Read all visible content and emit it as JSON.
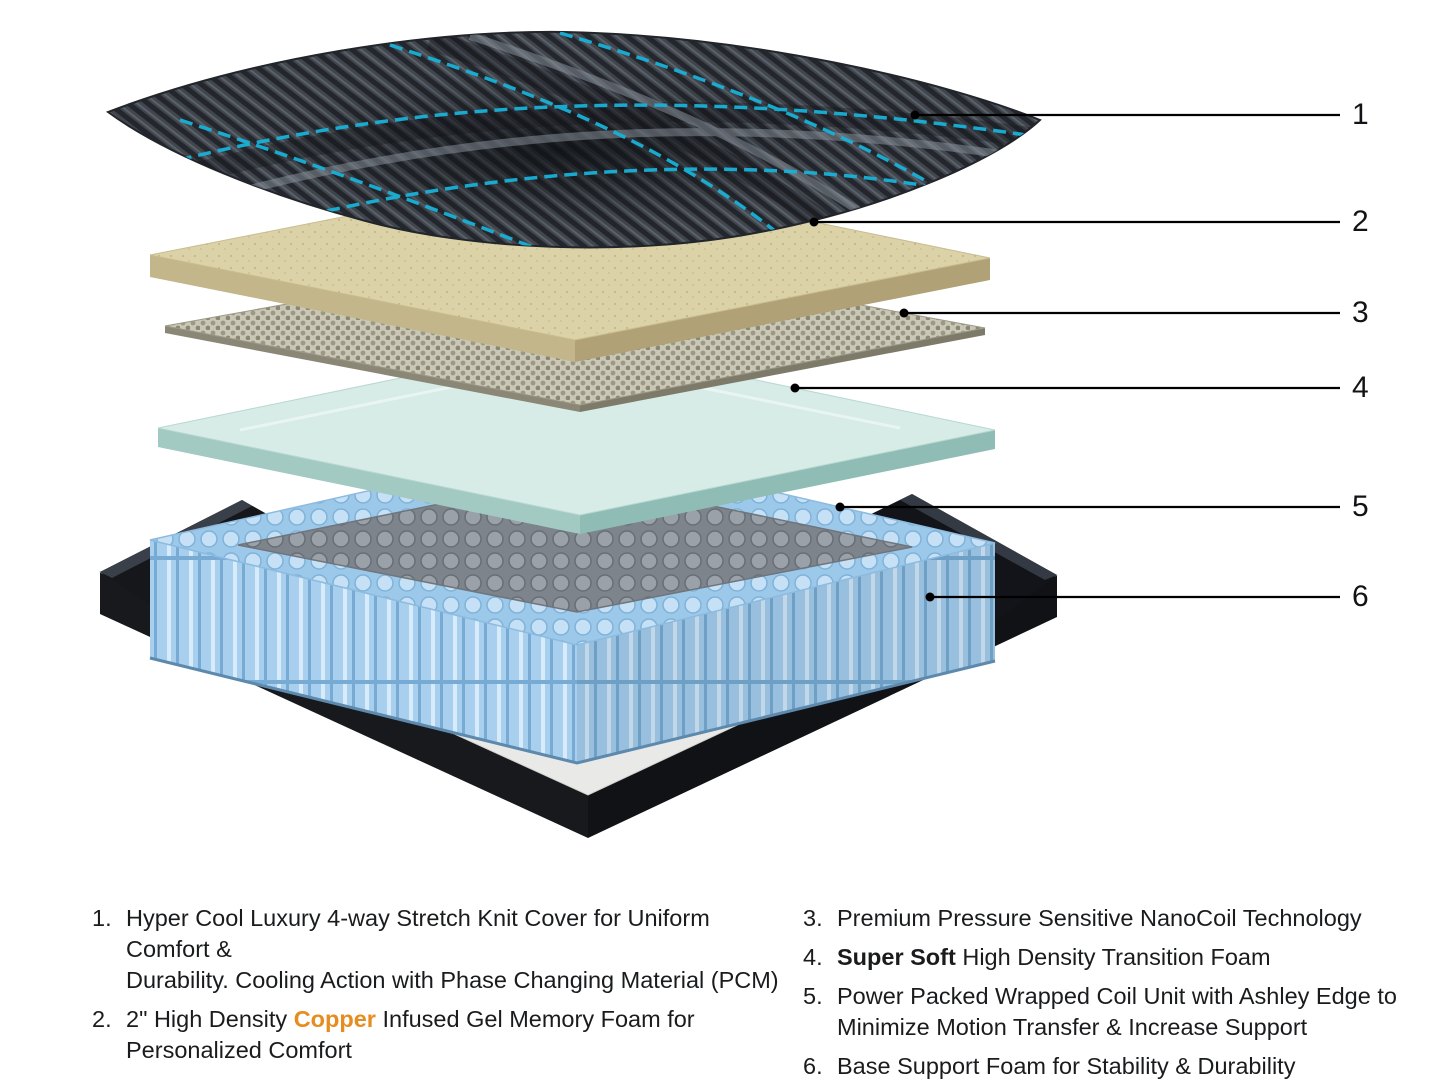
{
  "callouts": [
    {
      "label": "1"
    },
    {
      "label": "2"
    },
    {
      "label": "3"
    },
    {
      "label": "4"
    },
    {
      "label": "5"
    },
    {
      "label": "6"
    }
  ],
  "legend": {
    "left": [
      {
        "number": "1.",
        "text": "Hyper Cool Luxury 4-way Stretch Knit Cover for Uniform Comfort &\nDurability. Cooling Action with Phase Changing Material (PCM)"
      },
      {
        "number": "2.",
        "pre": "2\" High Density ",
        "highlight": "Copper",
        "post": " Infused Gel Memory Foam for\nPersonalized Comfort"
      }
    ],
    "right": [
      {
        "number": "3.",
        "text": "Premium Pressure Sensitive NanoCoil Technology"
      },
      {
        "number": "4.",
        "bold": "Super Soft",
        "post": " High Density Transition Foam"
      },
      {
        "number": "5.",
        "text": "Power Packed Wrapped Coil Unit with Ashley Edge to\nMinimize Motion Transfer & Increase Support"
      },
      {
        "number": "6.",
        "text": "Base Support Foam for Stability & Durability"
      }
    ]
  },
  "colors": {
    "copper_highlight": "#E78C1E",
    "cover_teal_accent": "#19B2D8",
    "memory_foam_tan": "#DCD2A8",
    "transition_foam_mint": "#D7EBE7",
    "coil_blue": "#A8D0EE",
    "base_foam_green": "#CFE8D6",
    "logo_blue": "#2E7DC4"
  }
}
